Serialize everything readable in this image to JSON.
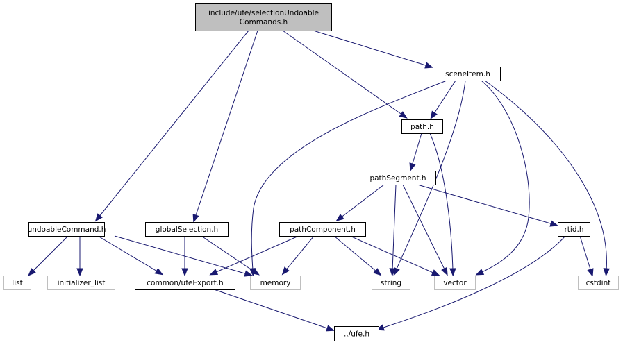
{
  "diagram": {
    "type": "include-dependency-graph",
    "edge_color": "#191970",
    "root_fill": "#bfbfbf",
    "system_border": "#bfbfbf",
    "nodes": [
      {
        "id": "root",
        "label_lines": [
          "include/ufe/selectionUndoable",
          "Commands.h"
        ],
        "kind": "root"
      },
      {
        "id": "sceneItem",
        "label_lines": [
          "sceneItem.h"
        ],
        "kind": "local"
      },
      {
        "id": "path",
        "label_lines": [
          "path.h"
        ],
        "kind": "local"
      },
      {
        "id": "pathSegment",
        "label_lines": [
          "pathSegment.h"
        ],
        "kind": "local"
      },
      {
        "id": "undoableCommand",
        "label_lines": [
          "undoableCommand.h"
        ],
        "kind": "local"
      },
      {
        "id": "globalSelection",
        "label_lines": [
          "globalSelection.h"
        ],
        "kind": "local"
      },
      {
        "id": "pathComponent",
        "label_lines": [
          "pathComponent.h"
        ],
        "kind": "local"
      },
      {
        "id": "rtid",
        "label_lines": [
          "rtid.h"
        ],
        "kind": "local"
      },
      {
        "id": "list",
        "label_lines": [
          "list"
        ],
        "kind": "system"
      },
      {
        "id": "initializer_list",
        "label_lines": [
          "initializer_list"
        ],
        "kind": "system"
      },
      {
        "id": "ufeExport",
        "label_lines": [
          "common/ufeExport.h"
        ],
        "kind": "local"
      },
      {
        "id": "memory",
        "label_lines": [
          "memory"
        ],
        "kind": "system"
      },
      {
        "id": "string",
        "label_lines": [
          "string"
        ],
        "kind": "system"
      },
      {
        "id": "vector",
        "label_lines": [
          "vector"
        ],
        "kind": "system"
      },
      {
        "id": "cstdint",
        "label_lines": [
          "cstdint"
        ],
        "kind": "system"
      },
      {
        "id": "ufe",
        "label_lines": [
          "../ufe.h"
        ],
        "kind": "local"
      }
    ],
    "edges": [
      {
        "from": "root",
        "to": "sceneItem"
      },
      {
        "from": "root",
        "to": "path"
      },
      {
        "from": "root",
        "to": "undoableCommand"
      },
      {
        "from": "root",
        "to": "globalSelection"
      },
      {
        "from": "sceneItem",
        "to": "path"
      },
      {
        "from": "sceneItem",
        "to": "memory"
      },
      {
        "from": "sceneItem",
        "to": "string"
      },
      {
        "from": "sceneItem",
        "to": "vector"
      },
      {
        "from": "sceneItem",
        "to": "cstdint"
      },
      {
        "from": "path",
        "to": "pathSegment"
      },
      {
        "from": "path",
        "to": "vector"
      },
      {
        "from": "pathSegment",
        "to": "pathComponent"
      },
      {
        "from": "pathSegment",
        "to": "rtid"
      },
      {
        "from": "pathSegment",
        "to": "string"
      },
      {
        "from": "pathSegment",
        "to": "vector"
      },
      {
        "from": "undoableCommand",
        "to": "list"
      },
      {
        "from": "undoableCommand",
        "to": "initializer_list"
      },
      {
        "from": "undoableCommand",
        "to": "ufeExport"
      },
      {
        "from": "undoableCommand",
        "to": "memory"
      },
      {
        "from": "globalSelection",
        "to": "ufeExport"
      },
      {
        "from": "globalSelection",
        "to": "memory"
      },
      {
        "from": "pathComponent",
        "to": "ufeExport"
      },
      {
        "from": "pathComponent",
        "to": "memory"
      },
      {
        "from": "pathComponent",
        "to": "string"
      },
      {
        "from": "pathComponent",
        "to": "vector"
      },
      {
        "from": "rtid",
        "to": "cstdint"
      },
      {
        "from": "rtid",
        "to": "ufe"
      },
      {
        "from": "ufeExport",
        "to": "ufe"
      }
    ]
  }
}
